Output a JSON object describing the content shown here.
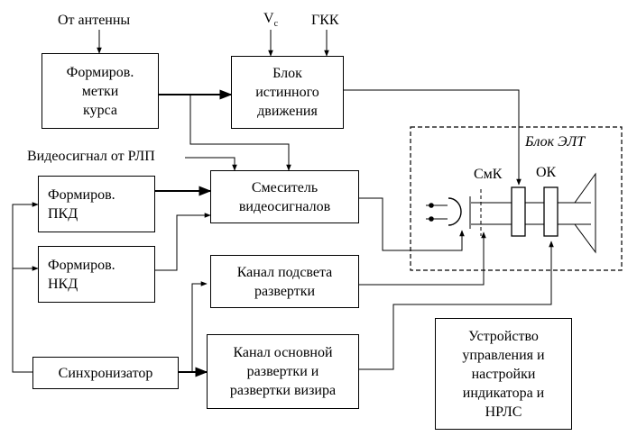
{
  "inputs": {
    "antenna": "От антенны",
    "vc": "V",
    "vc_sub": "c",
    "gkk": "ГКК",
    "video_rlp": "Видеосигнал от РЛП"
  },
  "blocks": {
    "course_marker": [
      "Формиров.",
      "метки",
      "курса"
    ],
    "true_motion": [
      "Блок",
      "истинного",
      "движения"
    ],
    "mixer": [
      "Смеситель",
      "видеосигналов"
    ],
    "pkd": [
      "Формиров.",
      "ПКД"
    ],
    "nkd": [
      "Формиров.",
      "НКД"
    ],
    "highlight": [
      "Канал подсвета",
      "развертки"
    ],
    "synchronizer": [
      "Синхронизатор"
    ],
    "main_sweep": [
      "Канал основной",
      "развертки и",
      "развертки визира"
    ],
    "control_unit": [
      "Устройство",
      "управления и",
      "настройки",
      "индикатора и",
      "НРЛС"
    ]
  },
  "crt": {
    "title": "Блок ЭЛТ",
    "smk": "СмК",
    "ok": "ОК"
  }
}
